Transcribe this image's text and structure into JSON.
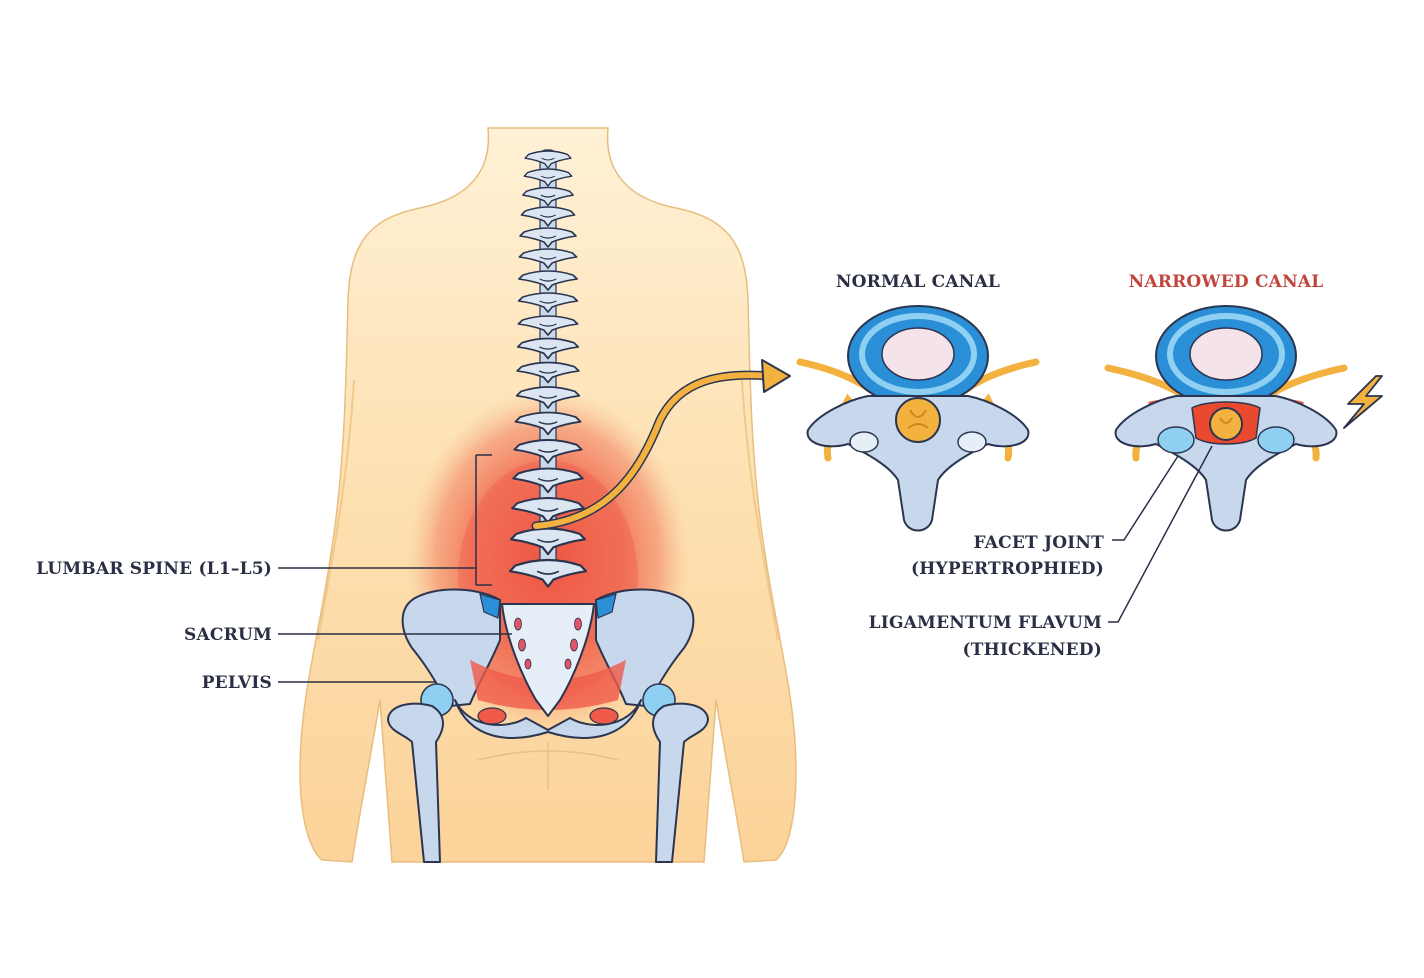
{
  "colors": {
    "label_dark": "#2a2f45",
    "label_red": "#c0463e",
    "skin": "#fcd9a1",
    "skin_outline": "#e8bd7f",
    "bone": "#dbe6f2",
    "bone_outline": "#2c3550",
    "bone_shade": "#a9bfd8",
    "disc_blue": "#2a8fd6",
    "disc_light": "#8fd0f2",
    "nucleus": "#f4e4ea",
    "nerve": "#f3b23f",
    "pain_red": "#ef5a4a",
    "inflamed": "#e8492f"
  },
  "labels": {
    "normal_canal": "NORMAL CANAL",
    "narrowed_canal": "NARROWED CANAL",
    "lumbar_spine": "LUMBAR SPINE (L1–L5)",
    "sacrum": "SACRUM",
    "pelvis": "PELVIS",
    "facet_joint_line1": "FACET JOINT",
    "facet_joint_line2": "(HYPERTROPHIED)",
    "ligamentum_line1": "LIGAMENTUM FLAVUM",
    "ligamentum_line2": "(THICKENED)"
  }
}
